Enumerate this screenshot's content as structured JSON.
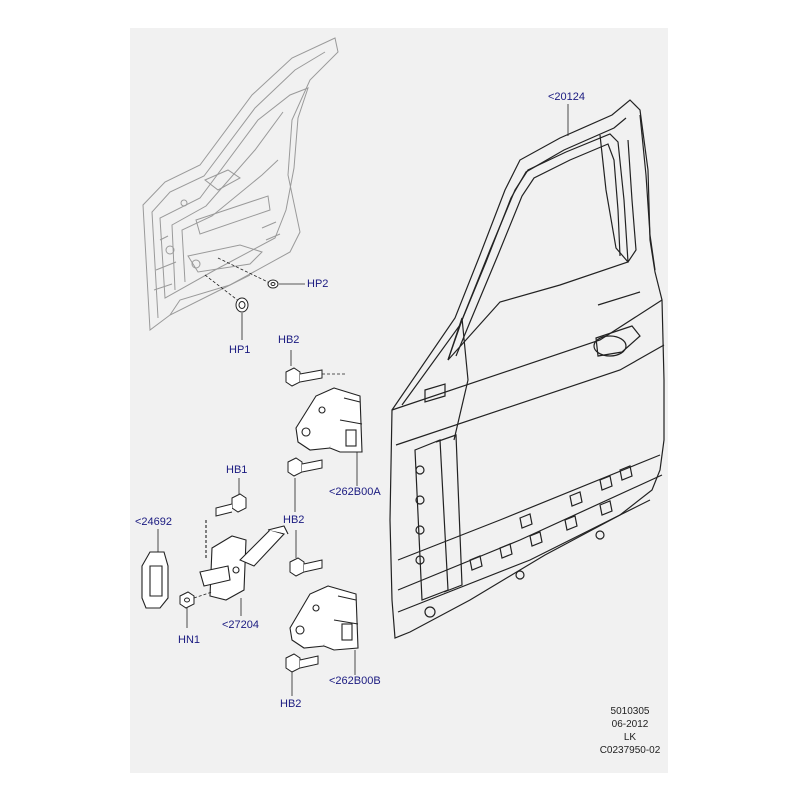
{
  "callouts": {
    "door_assembly": "<20124",
    "hp2": "HP2",
    "hp1": "HP1",
    "hb2_top": "HB2",
    "hinge_upper": "<262B00A",
    "hb1": "HB1",
    "hb2_mid": "HB2",
    "check_cover": "<24692",
    "check_strap": "<27204",
    "hn1": "HN1",
    "hinge_lower": "<262B00B",
    "hb2_bottom": "HB2"
  },
  "reference": {
    "number": "5010305",
    "date": "06-2012",
    "code": "LK",
    "drawing": "C0237950-02"
  },
  "colors": {
    "background": "#ffffff",
    "panel": "#f1f1f1",
    "line": "#222222",
    "ghost_line": "#9a9a9a",
    "callout_text": "#1a1a80"
  }
}
